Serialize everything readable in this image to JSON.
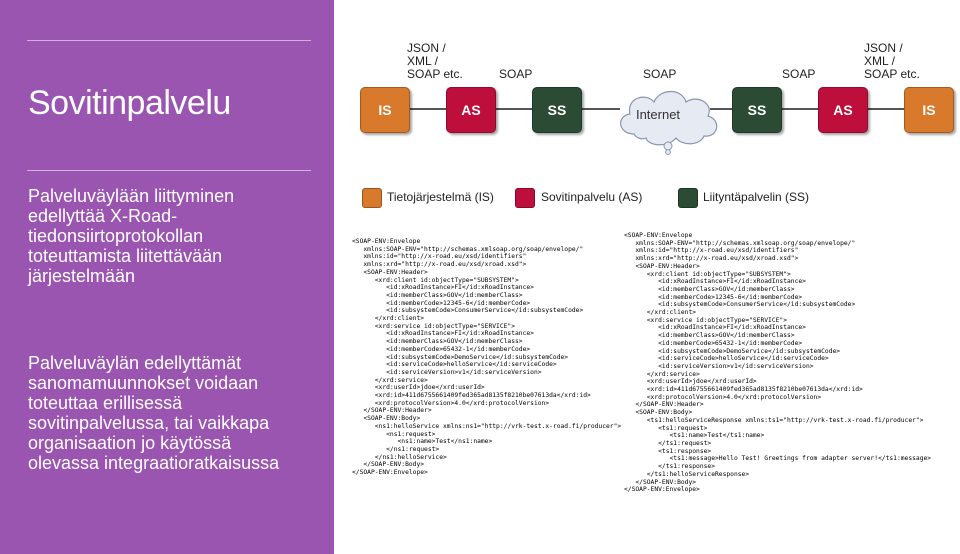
{
  "slide": {
    "title": "Sovitinpalvelu",
    "paragraph1": "Palveluväylään liittyminen\nedellyttää X-Road-\ntiedonsiirtoprotokollan\ntoteuttamista liitettävään\njärjestelmään",
    "paragraph2": "Palveluväylän edellyttämät\nsanomamuunnokset voidaan\ntoteuttaa erillisessä\nsovitinpalvelussa, tai vaikkapa\norganisaation jo käytössä\nolevassa integraatioratkaisussa"
  },
  "diagram": {
    "proto_left": "JSON /\nXML /\nSOAP etc.",
    "proto_right": "JSON /\nXML /\nSOAP etc.",
    "soap_labels": [
      "SOAP",
      "SOAP",
      "SOAP"
    ],
    "boxes": [
      "IS",
      "AS",
      "SS",
      "SS",
      "AS",
      "IS"
    ],
    "cloud_label": "Internet",
    "colors": {
      "is": "#d9792b",
      "as": "#be0f3c",
      "ss": "#2c4b35",
      "cloud": "#e6eaf2"
    }
  },
  "legend": [
    {
      "label": "Tietojärjestelmä (IS)",
      "color": "#d9792b"
    },
    {
      "label": "Sovitinpalvelu (AS)",
      "color": "#be0f3c"
    },
    {
      "label": "Liityntäpalvelin (SS)",
      "color": "#2c4b35"
    }
  ],
  "xml_left": [
    "<SOAP-ENV:Envelope",
    "   xmlns:SOAP-ENV=\"http://schemas.xmlsoap.org/soap/envelope/\"",
    "   xmlns:id=\"http://x-road.eu/xsd/identifiers\"",
    "   xmlns:xrd=\"http://x-road.eu/xsd/xroad.xsd\">",
    "   <SOAP-ENV:Header>",
    "      <xrd:client id:objectType=\"SUBSYSTEM\">",
    "         <id:xRoadInstance>FI</id:xRoadInstance>",
    "         <id:memberClass>GOV</id:memberClass>",
    "         <id:memberCode>12345-6</id:memberCode>",
    "         <id:subsystemCode>ConsumerService</id:subsystemCode>",
    "      </xrd:client>",
    "      <xrd:service id:objectType=\"SERVICE\">",
    "         <id:xRoadInstance>FI</id:xRoadInstance>",
    "         <id:memberClass>GOV</id:memberClass>",
    "         <id:memberCode>65432-1</id:memberCode>",
    "         <id:subsystemCode>DemoService</id:subsystemCode>",
    "         <id:serviceCode>helloService</id:serviceCode>",
    "         <id:serviceVersion>v1</id:serviceVersion>",
    "      </xrd:service>",
    "      <xrd:userId>jdoe</xrd:userId>",
    "      <xrd:id>411d6755661409fed365ad8135f8210be07613da</xrd:id>",
    "      <xrd:protocolVersion>4.0</xrd:protocolVersion>",
    "   </SOAP-ENV:Header>",
    "   <SOAP-ENV:Body>",
    "      <ns1:helloService xmlns:ns1=\"http://vrk-test.x-road.fi/producer\">",
    "         <ns1:request>",
    "            <ns1:name>Test</ns1:name>",
    "         </ns1:request>",
    "      </ns1:helloService>",
    "   </SOAP-ENV:Body>",
    "</SOAP-ENV:Envelope>"
  ],
  "xml_right": [
    "<SOAP-ENV:Envelope",
    "   xmlns:SOAP-ENV=\"http://schemas.xmlsoap.org/soap/envelope/\"",
    "   xmlns:id=\"http://x-road.eu/xsd/identifiers\"",
    "   xmlns:xrd=\"http://x-road.eu/xsd/xroad.xsd\">",
    "   <SOAP-ENV:Header>",
    "      <xrd:client id:objectType=\"SUBSYSTEM\">",
    "         <id:xRoadInstance>FI</id:xRoadInstance>",
    "         <id:memberClass>GOV</id:memberClass>",
    "         <id:memberCode>12345-6</id:memberCode>",
    "         <id:subsystemCode>ConsumerService</id:subsystemCode>",
    "      </xrd:client>",
    "      <xrd:service id:objectType=\"SERVICE\">",
    "         <id:xRoadInstance>FI</id:xRoadInstance>",
    "         <id:memberClass>GOV</id:memberClass>",
    "         <id:memberCode>65432-1</id:memberCode>",
    "         <id:subsystemCode>DemoService</id:subsystemCode>",
    "         <id:serviceCode>helloService</id:serviceCode>",
    "         <id:serviceVersion>v1</id:serviceVersion>",
    "      </xrd:service>",
    "      <xrd:userId>jdoe</xrd:userId>",
    "      <xrd:id>411d6755661409fed365ad8135f8210be07613da</xrd:id>",
    "      <xrd:protocolVersion>4.0</xrd:protocolVersion>",
    "   </SOAP-ENV:Header>",
    "   <SOAP-ENV:Body>",
    "      <ts1:helloServiceResponse xmlns:ts1=\"http://vrk-test.x-road.fi/producer\">",
    "         <ts1:request>",
    "            <ts1:name>Test</ts1:name>",
    "         </ts1:request>",
    "         <ts1:response>",
    "            <ts1:message>Hello Test! Greetings from adapter server!</ts1:message>",
    "         </ts1:response>",
    "      </ts1:helloServiceResponse>",
    "   </SOAP-ENV:Body>",
    "</SOAP-ENV:Envelope>"
  ]
}
